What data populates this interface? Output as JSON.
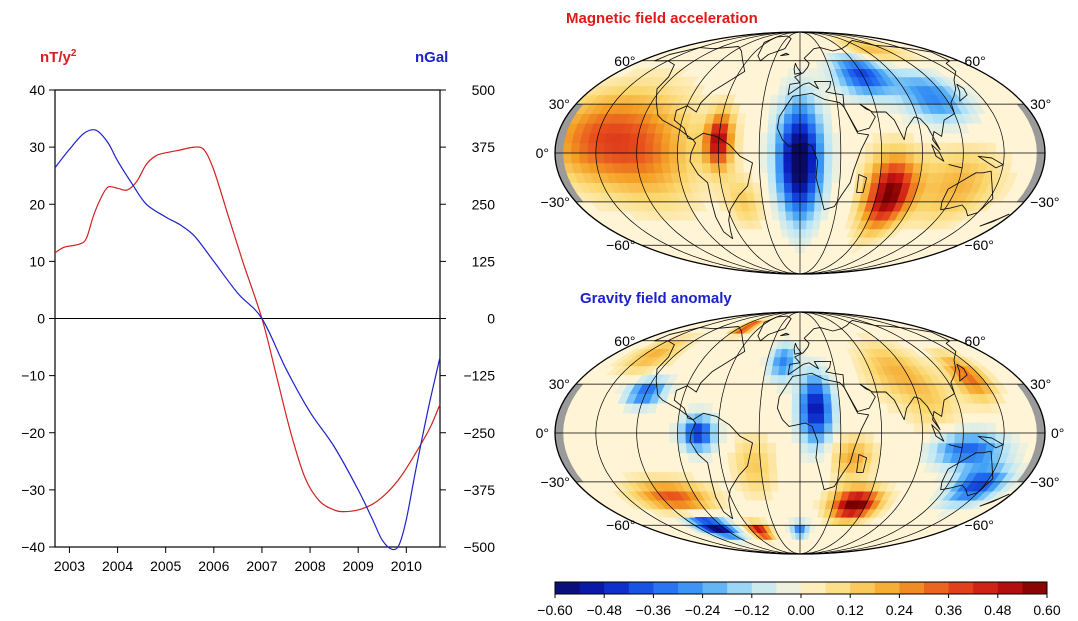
{
  "colors": {
    "magnetic": "#d42020",
    "gravity": "#1e22c8",
    "axis": "#000000",
    "continent": "#111111",
    "map_background": "#fff5d6",
    "pole_gray": "#9a9a9a"
  },
  "chart_data": [
    {
      "type": "line",
      "left_axis_unit": "nT/y",
      "left_axis_unit_sup": "2",
      "right_axis_unit": "nGal",
      "xlim": [
        2002.7,
        2010.7
      ],
      "ylim_left": [
        -40,
        40
      ],
      "ylim_right": [
        -500,
        500
      ],
      "x_ticks": [
        "2003",
        "2004",
        "2005",
        "2006",
        "2007",
        "2008",
        "2009",
        "2010"
      ],
      "left_ticks": [
        "40",
        "30",
        "20",
        "10",
        "0",
        "−10",
        "−20",
        "−30",
        "−40"
      ],
      "right_ticks": [
        "500",
        "375",
        "250",
        "125",
        "0",
        "−125",
        "−250",
        "−375",
        "−500"
      ],
      "zero_line": true,
      "series": [
        {
          "axis": "left",
          "color": "#d42020",
          "x": [
            2002.7,
            2002.9,
            2003.2,
            2003.35,
            2003.5,
            2003.65,
            2003.8,
            2004.0,
            2004.2,
            2004.4,
            2004.6,
            2004.8,
            2005.0,
            2005.3,
            2005.6,
            2005.8,
            2006.0,
            2006.3,
            2006.6,
            2007.0,
            2007.3,
            2007.6,
            2007.9,
            2008.2,
            2008.5,
            2008.7,
            2009.0,
            2009.3,
            2009.6,
            2009.9,
            2010.2,
            2010.5,
            2010.7
          ],
          "y": [
            11.5,
            12.5,
            13,
            14,
            18,
            21,
            23,
            22.8,
            22.5,
            24,
            27,
            28.5,
            29,
            29.5,
            30,
            29.5,
            26,
            18,
            10,
            0,
            -10,
            -20,
            -28,
            -32,
            -33.5,
            -33.8,
            -33.5,
            -32.5,
            -30.5,
            -27.5,
            -23.5,
            -19,
            -15
          ]
        },
        {
          "axis": "right",
          "color": "#1e22c8",
          "x": [
            2002.7,
            2003.0,
            2003.3,
            2003.55,
            2003.8,
            2004.0,
            2004.3,
            2004.6,
            2005.0,
            2005.3,
            2005.6,
            2006.0,
            2006.5,
            2007.0,
            2007.5,
            2008.0,
            2008.5,
            2009.0,
            2009.3,
            2009.5,
            2009.7,
            2009.85,
            2010.0,
            2010.2,
            2010.45,
            2010.7
          ],
          "y": [
            330,
            370,
            405,
            412,
            385,
            345,
            295,
            250,
            222,
            205,
            180,
            125,
            55,
            0,
            -110,
            -205,
            -280,
            -375,
            -440,
            -485,
            -505,
            -495,
            -440,
            -330,
            -200,
            -85
          ]
        }
      ]
    },
    {
      "type": "heatmap",
      "title": "Magnetic field acceleration",
      "lat_labels_left": [
        "60°",
        "30°",
        "0°",
        "−30°",
        "−60°"
      ],
      "lat_labels_right": [
        "60°",
        "30°",
        "−30°",
        "−60°"
      ],
      "grid_step_deg": 6,
      "anomalies": [
        {
          "lon": -150,
          "lat": 10,
          "amp": 0.32,
          "rlon": 40,
          "rlat": 28
        },
        {
          "lon": -110,
          "lat": 0,
          "amp": 0.22,
          "rlon": 35,
          "rlat": 30
        },
        {
          "lon": -60,
          "lat": 8,
          "amp": 0.52,
          "rlon": 10,
          "rlat": 16
        },
        {
          "lon": -45,
          "lat": -30,
          "amp": 0.14,
          "rlon": 14,
          "rlat": 16
        },
        {
          "lon": 0,
          "lat": -5,
          "amp": -0.66,
          "rlon": 16,
          "rlat": 34
        },
        {
          "lon": 60,
          "lat": 50,
          "amp": -0.42,
          "rlon": 25,
          "rlat": 14
        },
        {
          "lon": 110,
          "lat": 35,
          "amp": -0.3,
          "rlon": 25,
          "rlat": 16
        },
        {
          "lon": 70,
          "lat": -25,
          "amp": 0.6,
          "rlon": 18,
          "rlat": 22
        },
        {
          "lon": 120,
          "lat": -20,
          "amp": 0.2,
          "rlon": 30,
          "rlat": 22
        },
        {
          "lon": 100,
          "lat": 70,
          "amp": 0.18,
          "rlon": 40,
          "rlat": 10
        }
      ]
    },
    {
      "type": "heatmap",
      "title": "Gravity field anomaly",
      "lat_labels_left": [
        "60°",
        "30°",
        "0°",
        "−30°",
        "−60°"
      ],
      "lat_labels_right": [
        "60°",
        "30°",
        "0°",
        "−30°",
        "−60°"
      ],
      "grid_step_deg": 6,
      "anomalies": [
        {
          "lon": -120,
          "lat": 25,
          "amp": -0.36,
          "rlon": 14,
          "rlat": 8
        },
        {
          "lon": -75,
          "lat": 0,
          "amp": -0.45,
          "rlon": 12,
          "rlat": 10
        },
        {
          "lon": -140,
          "lat": 50,
          "amp": 0.2,
          "rlon": 20,
          "rlat": 12
        },
        {
          "lon": -80,
          "lat": 72,
          "amp": 0.45,
          "rlon": 12,
          "rlat": 6
        },
        {
          "lon": -110,
          "lat": -40,
          "amp": 0.36,
          "rlon": 30,
          "rlat": 10
        },
        {
          "lon": -100,
          "lat": -62,
          "amp": -0.6,
          "rlon": 20,
          "rlat": 8
        },
        {
          "lon": -50,
          "lat": -65,
          "amp": 0.55,
          "rlon": 12,
          "rlat": 6
        },
        {
          "lon": -35,
          "lat": -20,
          "amp": 0.15,
          "rlon": 15,
          "rlat": 18
        },
        {
          "lon": -15,
          "lat": 45,
          "amp": -0.3,
          "rlon": 12,
          "rlat": 12
        },
        {
          "lon": 12,
          "lat": 15,
          "amp": -0.52,
          "rlon": 12,
          "rlat": 20
        },
        {
          "lon": 0,
          "lat": -64,
          "amp": -0.32,
          "rlon": 10,
          "rlat": 6
        },
        {
          "lon": 50,
          "lat": -45,
          "amp": 0.66,
          "rlon": 20,
          "rlat": 10
        },
        {
          "lon": 40,
          "lat": -15,
          "amp": 0.22,
          "rlon": 15,
          "rlat": 12
        },
        {
          "lon": 80,
          "lat": 40,
          "amp": 0.18,
          "rlon": 25,
          "rlat": 18
        },
        {
          "lon": 140,
          "lat": 35,
          "amp": 0.32,
          "rlon": 14,
          "rlat": 14
        },
        {
          "lon": 125,
          "lat": -10,
          "amp": -0.36,
          "rlon": 25,
          "rlat": 10
        },
        {
          "lon": 145,
          "lat": -32,
          "amp": -0.42,
          "rlon": 20,
          "rlat": 12
        },
        {
          "lon": 100,
          "lat": 20,
          "amp": 0.12,
          "rlon": 20,
          "rlat": 20
        }
      ]
    },
    {
      "type": "colorbar",
      "vmin": -0.6,
      "vmax": 0.6,
      "ticks": [
        "−0.60",
        "−0.48",
        "−0.36",
        "−0.24",
        "−0.12",
        "0.00",
        "0.12",
        "0.24",
        "0.36",
        "0.48",
        "0.60"
      ],
      "stops": [
        {
          "v": -0.6,
          "color": "#0a0a64"
        },
        {
          "v": -0.48,
          "color": "#0a1ebe"
        },
        {
          "v": -0.36,
          "color": "#1e64f0"
        },
        {
          "v": -0.24,
          "color": "#46a5f5"
        },
        {
          "v": -0.12,
          "color": "#b9e6f8"
        },
        {
          "v": 0.0,
          "color": "#fff5d6"
        },
        {
          "v": 0.12,
          "color": "#fbd76e"
        },
        {
          "v": 0.24,
          "color": "#f4a024"
        },
        {
          "v": 0.36,
          "color": "#e8501e"
        },
        {
          "v": 0.48,
          "color": "#c81414"
        },
        {
          "v": 0.6,
          "color": "#780000"
        }
      ]
    }
  ]
}
